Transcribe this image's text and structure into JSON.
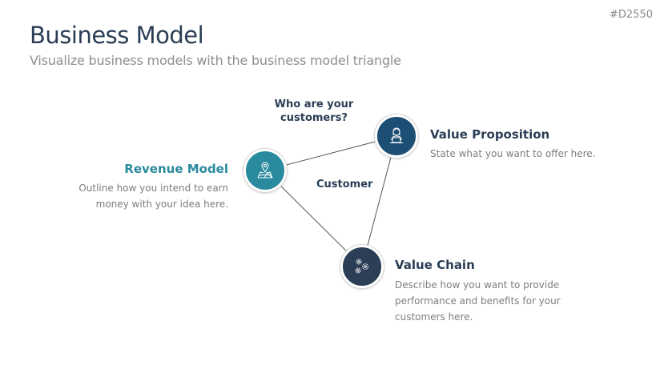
{
  "slide": {
    "code": "#D2550",
    "title": "Business Model",
    "subtitle": "Visualize business models with the business model triangle"
  },
  "diagram": {
    "question": "Who are your customers?",
    "center_label": "Customer",
    "nodes": [
      {
        "id": "value-proposition",
        "title": "Value Proposition",
        "description": "State what you want to offer here.",
        "icon": "person-at-laptop-icon",
        "color": "#1d4e74",
        "title_color": "#2b3e55"
      },
      {
        "id": "revenue-model",
        "title": "Revenue Model",
        "description": "Outline how you intend to earn money with your idea here.",
        "icon": "map-pin-icon",
        "color": "#2a8a9e",
        "title_color": "#2a8a9e"
      },
      {
        "id": "value-chain",
        "title": "Value Chain",
        "description": "Describe how you want to provide performance and benefits for your customers here.",
        "icon": "gears-icon",
        "color": "#2b3e55",
        "title_color": "#2b3e55"
      }
    ],
    "edges": [
      [
        "revenue-model",
        "value-proposition"
      ],
      [
        "value-proposition",
        "value-chain"
      ],
      [
        "revenue-model",
        "value-chain"
      ]
    ]
  }
}
